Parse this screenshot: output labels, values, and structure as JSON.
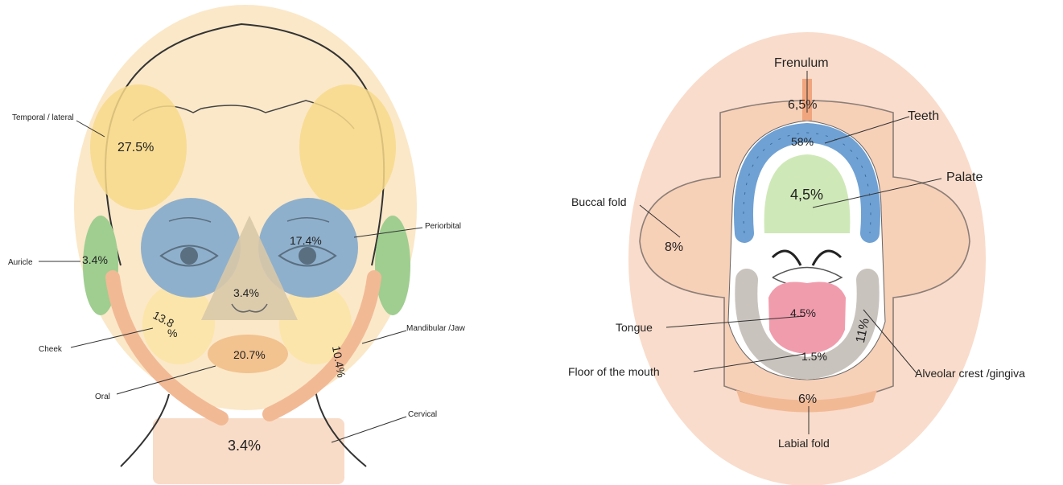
{
  "face": {
    "labels": {
      "temporal": "Temporal / lateral",
      "periorbital": "Periorbital",
      "auricle": "Auricle",
      "cheek": "Cheek",
      "mandibular": "Mandibular /Jaw",
      "oral": "Oral",
      "cervical": "Cervical"
    },
    "values": {
      "temporal": "27.5%",
      "periorbital": "17.4%",
      "auricle": "3.4%",
      "nose": "3.4%",
      "cheek_num": "13.8",
      "cheek_pct": "%",
      "mandibular": "10.4%",
      "oral": "20.7%",
      "cervical": "3.4%"
    }
  },
  "mouth": {
    "labels": {
      "frenulum": "Frenulum",
      "teeth": "Teeth",
      "palate": "Palate",
      "buccal": "Buccal fold",
      "tongue": "Tongue",
      "floor": "Floor of the mouth",
      "alveolar": "Alveolar crest /gingiva",
      "labial": "Labial fold"
    },
    "values": {
      "frenulum": "6,5%",
      "teeth": "58%",
      "palate": "4,5%",
      "buccal": "8%",
      "tongue": "4.5%",
      "floor": "1.5%",
      "alveolar": "11%",
      "labial": "6%"
    }
  },
  "colors": {
    "skin": "#fbe8c8",
    "temporal": "#f7d98a",
    "orbital": "#8fb0cc",
    "ear": "#9fce90",
    "jaw": "#f2b995",
    "lips": "#f2c28f",
    "neck": "#f8dcc8",
    "mouth_bg": "#f9dccb",
    "teeth": "#6fa1d4",
    "palate": "#cfe8b8",
    "tongue": "#f19cad",
    "gum": "#c9c3bd"
  }
}
